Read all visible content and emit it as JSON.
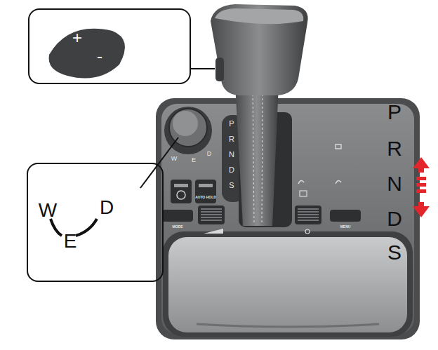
{
  "diagram": {
    "nodes": [
      {
        "text": [
          "+",
          "-"
        ]
      },
      {
        "text": [
          "W",
          "E",
          "D"
        ]
      }
    ],
    "labels": [
      "P",
      "R",
      "N",
      "D",
      "S",
      "P",
      "R",
      "N",
      "D",
      "S",
      "W",
      "E",
      "D",
      "MODE",
      "AUTO HOLD",
      "MENU"
    ]
  }
}
